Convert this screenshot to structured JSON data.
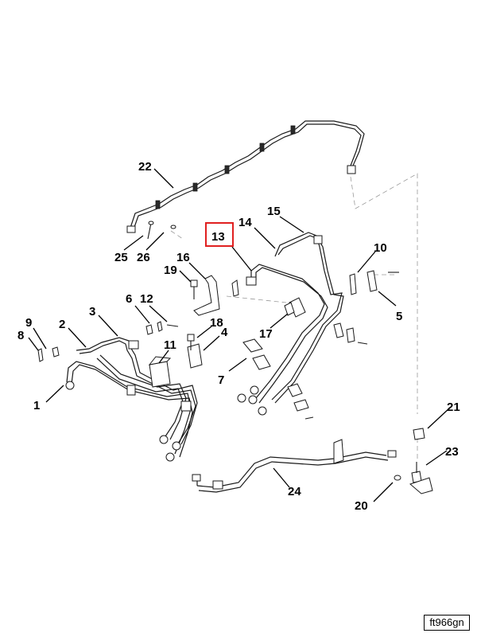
{
  "callouts": [
    {
      "id": "c1",
      "label": "1"
    },
    {
      "id": "c2",
      "label": "2"
    },
    {
      "id": "c3",
      "label": "3"
    },
    {
      "id": "c4",
      "label": "4"
    },
    {
      "id": "c5",
      "label": "5"
    },
    {
      "id": "c6",
      "label": "6"
    },
    {
      "id": "c7",
      "label": "7"
    },
    {
      "id": "c8",
      "label": "8"
    },
    {
      "id": "c9",
      "label": "9"
    },
    {
      "id": "c10",
      "label": "10"
    },
    {
      "id": "c11",
      "label": "11"
    },
    {
      "id": "c12",
      "label": "12"
    },
    {
      "id": "c13",
      "label": "13"
    },
    {
      "id": "c14",
      "label": "14"
    },
    {
      "id": "c15",
      "label": "15"
    },
    {
      "id": "c16",
      "label": "16"
    },
    {
      "id": "c17",
      "label": "17"
    },
    {
      "id": "c18",
      "label": "18"
    },
    {
      "id": "c19",
      "label": "19"
    },
    {
      "id": "c20",
      "label": "20"
    },
    {
      "id": "c21",
      "label": "21"
    },
    {
      "id": "c22",
      "label": "22"
    },
    {
      "id": "c23",
      "label": "23"
    },
    {
      "id": "c24",
      "label": "24"
    },
    {
      "id": "c25",
      "label": "25"
    },
    {
      "id": "c26",
      "label": "26"
    }
  ],
  "highlighted_callout": "13",
  "highlight_color": "#e02020",
  "figure_id": "ft966gn"
}
